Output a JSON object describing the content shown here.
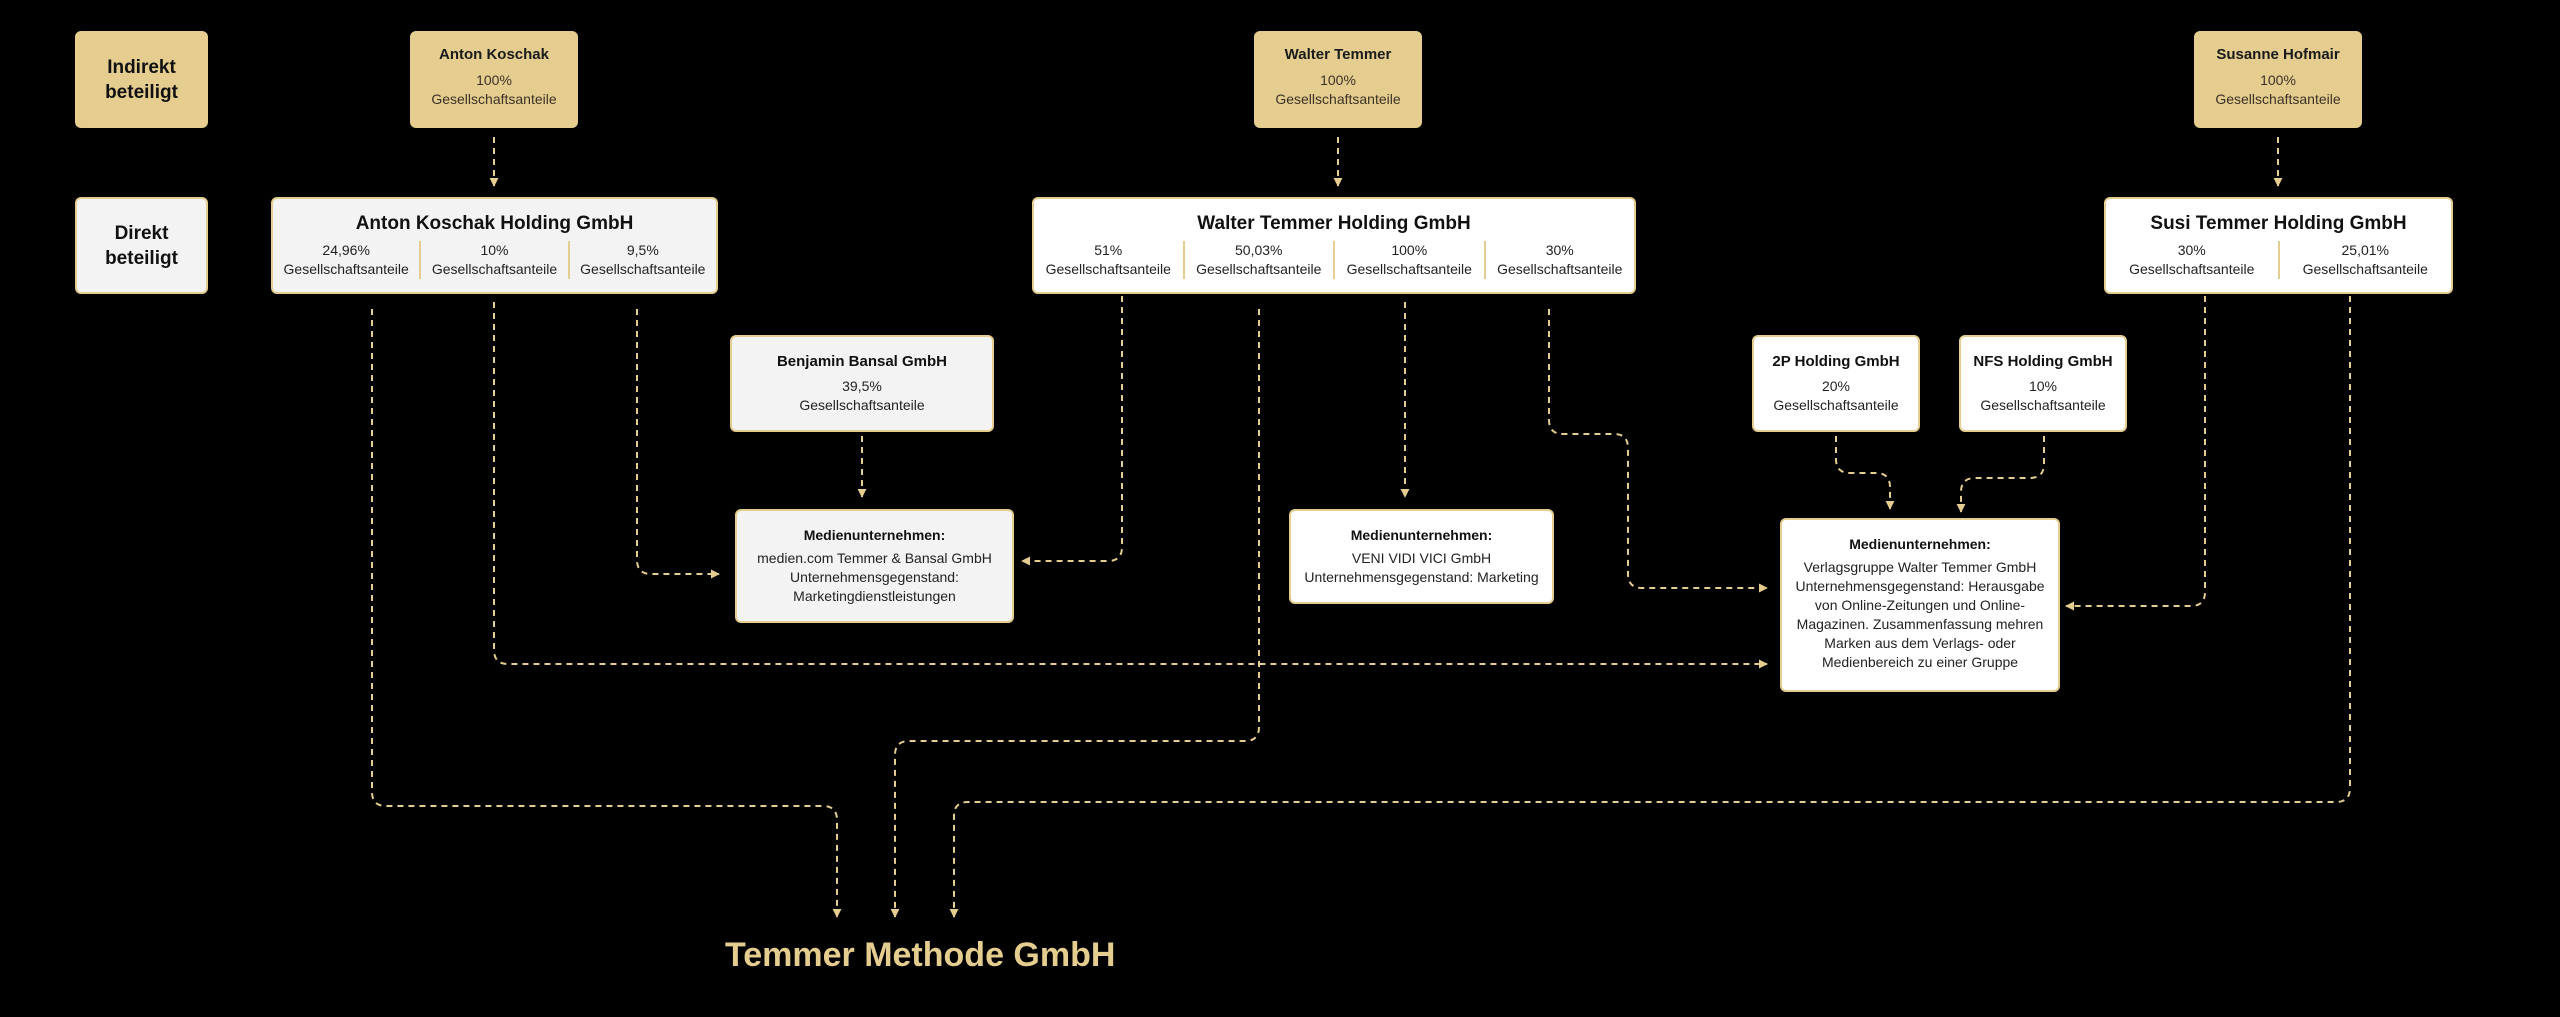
{
  "labels": {
    "indirect": "Indirekt beteiligt",
    "direct": "Direkt beteiligt"
  },
  "persons": [
    {
      "name": "Anton Koschak",
      "percent": "100%",
      "unit": "Gesellschaftsanteile"
    },
    {
      "name": "Walter Temmer",
      "percent": "100%",
      "unit": "Gesellschaftsanteile"
    },
    {
      "name": "Susanne Hofmair",
      "percent": "100%",
      "unit": "Gesellschaftsanteile"
    }
  ],
  "holdings": [
    {
      "name": "Anton Koschak Holding GmbH",
      "shares": [
        {
          "percent": "24,96%",
          "unit": "Gesellschaftsanteile"
        },
        {
          "percent": "10%",
          "unit": "Gesellschaftsanteile"
        },
        {
          "percent": "9,5%",
          "unit": "Gesellschaftsanteile"
        }
      ]
    },
    {
      "name": "Walter Temmer Holding GmbH",
      "shares": [
        {
          "percent": "51%",
          "unit": "Gesellschaftsanteile"
        },
        {
          "percent": "50,03%",
          "unit": "Gesellschaftsanteile"
        },
        {
          "percent": "100%",
          "unit": "Gesellschaftsanteile"
        },
        {
          "percent": "30%",
          "unit": "Gesellschaftsanteile"
        }
      ]
    },
    {
      "name": "Susi Temmer Holding GmbH",
      "shares": [
        {
          "percent": "30%",
          "unit": "Gesellschaftsanteile"
        },
        {
          "percent": "25,01%",
          "unit": "Gesellschaftsanteile"
        }
      ]
    }
  ],
  "others": [
    {
      "name": "Benjamin Bansal GmbH",
      "percent": "39,5%",
      "unit": "Gesellschaftsanteile"
    },
    {
      "name": "2P Holding GmbH",
      "percent": "20%",
      "unit": "Gesellschaftsanteile"
    },
    {
      "name": "NFS Holding GmbH",
      "percent": "10%",
      "unit": "Gesellschaftsanteile"
    }
  ],
  "media": [
    {
      "heading": "Medienunternehmen:",
      "text": "medien.com Temmer & Bansal GmbH\nUnternehmensgegenstand:\nMarketingdienstleistungen"
    },
    {
      "heading": "Medienunternehmen:",
      "text": "VENI VIDI VICI GmbH\nUnternehmensgegenstand: Marketing"
    },
    {
      "heading": "Medienunternehmen:",
      "text": "Verlagsgruppe Walter Temmer GmbH\nUnternehmensgegenstand: Herausgabe\nvon Online-Zeitungen und Online-\nMagazinen. Zusammenfassung mehren\nMarken aus dem Verlags- oder\nMedienbereich zu einer Gruppe"
    }
  ],
  "target": {
    "name": "Temmer Methode GmbH"
  },
  "colors": {
    "background": "#000000",
    "accent": "#e5cd8f",
    "box_white": "#ffffff",
    "box_grey": "#f3f3f3"
  }
}
